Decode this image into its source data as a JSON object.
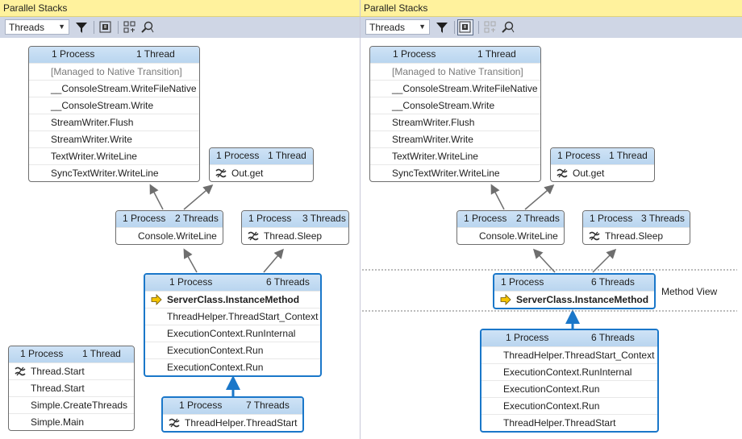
{
  "left": {
    "title": "Parallel Stacks",
    "view_select": "Threads",
    "nodes": {
      "a": {
        "process": "1 Process",
        "threads": "1 Thread",
        "frames": [
          "[Managed to Native Transition]",
          "__ConsoleStream.WriteFileNative",
          "__ConsoleStream.Write",
          "StreamWriter.Flush",
          "StreamWriter.Write",
          "TextWriter.WriteLine",
          "SyncTextWriter.WriteLine"
        ]
      },
      "b": {
        "process": "1 Process",
        "threads": "1 Thread",
        "frames": [
          "Out.get"
        ]
      },
      "c": {
        "process": "1 Process",
        "threads": "2 Threads",
        "frames": [
          "Console.WriteLine"
        ]
      },
      "d": {
        "process": "1 Process",
        "threads": "3 Threads",
        "frames": [
          "Thread.Sleep"
        ]
      },
      "e": {
        "process": "1 Process",
        "threads": "6 Threads",
        "frames": [
          "ServerClass.InstanceMethod",
          "ThreadHelper.ThreadStart_Context",
          "ExecutionContext.RunInternal",
          "ExecutionContext.Run",
          "ExecutionContext.Run"
        ]
      },
      "f": {
        "process": "1 Process",
        "threads": "7 Threads",
        "frames": [
          "ThreadHelper.ThreadStart"
        ]
      },
      "g": {
        "process": "1 Process",
        "threads": "1 Thread",
        "frames": [
          "Thread.Start",
          "Thread.Start",
          "Simple.CreateThreads",
          "Simple.Main"
        ]
      }
    }
  },
  "right": {
    "title": "Parallel Stacks",
    "view_select": "Threads",
    "method_view_label": "Method View",
    "nodes": {
      "a": {
        "process": "1 Process",
        "threads": "1 Thread",
        "frames": [
          "[Managed to Native Transition]",
          "__ConsoleStream.WriteFileNative",
          "__ConsoleStream.Write",
          "StreamWriter.Flush",
          "StreamWriter.Write",
          "TextWriter.WriteLine",
          "SyncTextWriter.WriteLine"
        ]
      },
      "b": {
        "process": "1 Process",
        "threads": "1 Thread",
        "frames": [
          "Out.get"
        ]
      },
      "c": {
        "process": "1 Process",
        "threads": "2 Threads",
        "frames": [
          "Console.WriteLine"
        ]
      },
      "d": {
        "process": "1 Process",
        "threads": "3 Threads",
        "frames": [
          "Thread.Sleep"
        ]
      },
      "e": {
        "process": "1 Process",
        "threads": "6 Threads",
        "frames": [
          "ServerClass.InstanceMethod"
        ]
      },
      "f": {
        "process": "1 Process",
        "threads": "6 Threads",
        "frames": [
          "ThreadHelper.ThreadStart_Context",
          "ExecutionContext.RunInternal",
          "ExecutionContext.Run",
          "ExecutionContext.Run",
          "ThreadHelper.ThreadStart"
        ]
      }
    }
  },
  "icons": {
    "filter": "filter-icon",
    "toggle_method_view": "method-view-icon",
    "auto_scroll": "auto-scroll-icon",
    "zoom": "zoom-icon",
    "threads_marker": "threads-icon",
    "current_arrow": "current-frame-arrow-icon"
  },
  "colors": {
    "title_bar": "#fff29d",
    "toolbar": "#cfd6e5",
    "node_header": "#c5dcf2",
    "highlight": "#1a77c9",
    "current_arrow": "#f5c400"
  }
}
